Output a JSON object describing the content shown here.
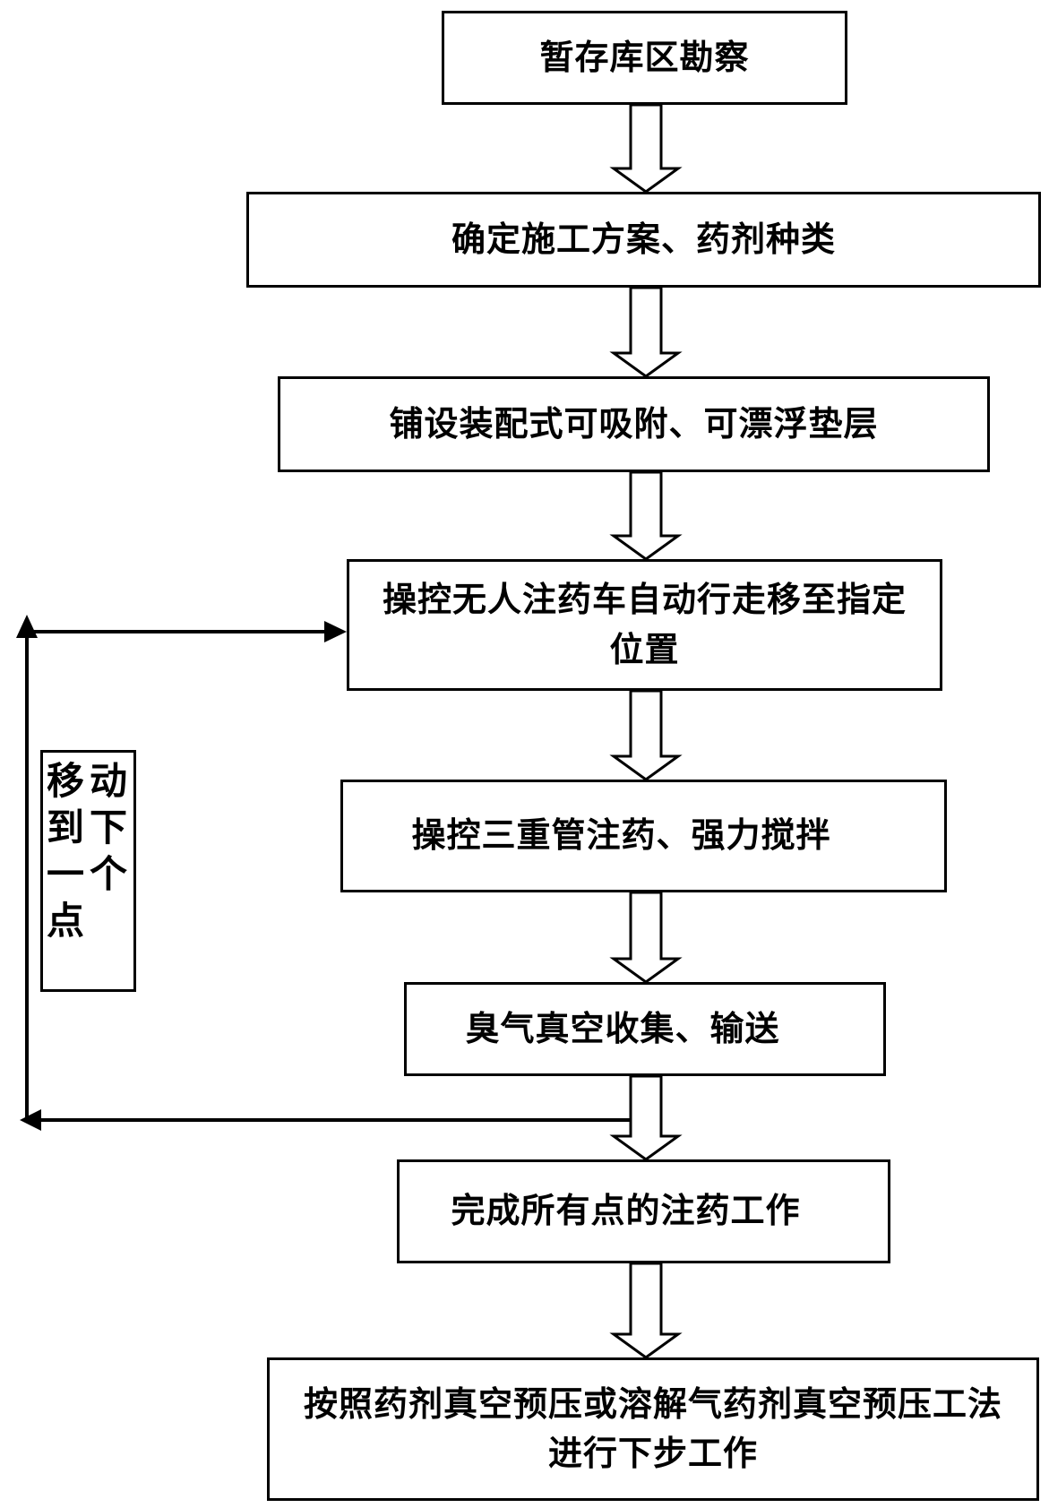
{
  "flowchart": {
    "steps": [
      "暂存库区勘察",
      "确定施工方案、药剂种类",
      "铺设装配式可吸附、可漂浮垫层",
      "操控无人注药车自动行走移至指定位置",
      "操控三重管注药、强力搅拌",
      "臭气真空收集、输送",
      "完成所有点的注药工作",
      "按照药剂真空预压或溶解气药剂真空预压工法进行下步工作"
    ],
    "loop_label": "移动到下一个点"
  }
}
